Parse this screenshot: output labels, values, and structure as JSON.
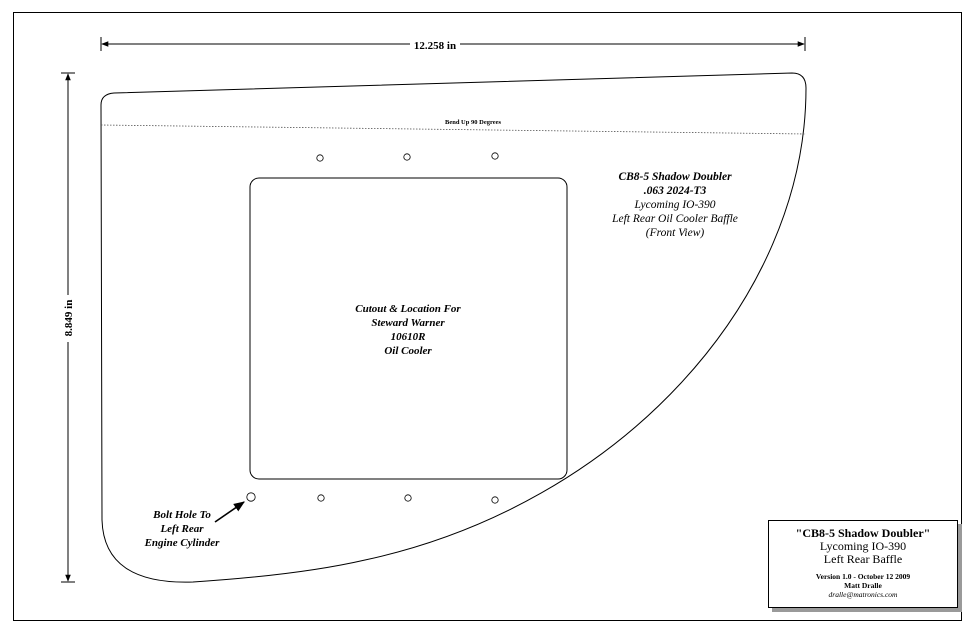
{
  "dimensions": {
    "width_label": "12.258 in",
    "height_label": "8.849 in"
  },
  "bend_line_label": "Bend Up 90 Degrees",
  "part_notes": [
    "CB8-5 Shadow Doubler",
    ".063 2024-T3",
    "Lycoming IO-390",
    "Left Rear Oil Cooler Baffle",
    "(Front View)"
  ],
  "cutout_notes": [
    "Cutout & Location For",
    "Steward Warner",
    "10610R",
    "Oil Cooler"
  ],
  "bolt_hole_notes": [
    "Bolt Hole To",
    "Left Rear",
    "Engine Cylinder"
  ],
  "title_block": {
    "title": "\"CB8-5 Shadow Doubler\"",
    "engine": "Lycoming IO-390",
    "part": "Left Rear Baffle",
    "version": "Version 1.0 - October 12 2009",
    "author": "Matt Dralle",
    "email": "dralle@matronics.com"
  }
}
